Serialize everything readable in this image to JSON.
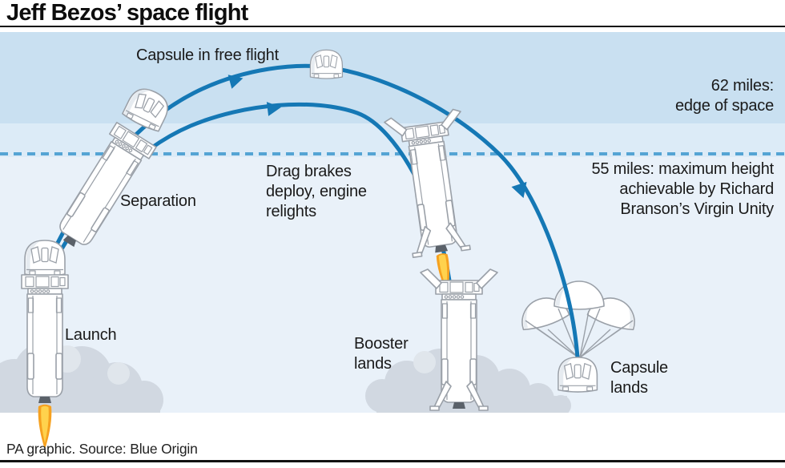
{
  "title": "Jeff Bezos’ space flight",
  "footer": "PA graphic. Source: Blue Origin",
  "labels": {
    "capsule_free_flight": "Capsule in free flight",
    "edge_of_space": "62 miles:\nedge of space",
    "virgin_unity": "55 miles: maximum height\nachievable by Richard\nBranson’s Virgin Unity",
    "separation": "Separation",
    "drag_brakes": "Drag brakes\ndeploy, engine\nrelights",
    "launch": "Launch",
    "booster_lands": "Booster\nlands",
    "capsule_lands": "Capsule\nlands"
  },
  "altitudes": {
    "edge_of_space_miles": 62,
    "virgin_unity_max_miles": 55
  },
  "illustrations": {
    "launch_vehicle": "rocket-with-capsule-and-flame",
    "separation_stack": "tilted-booster-with-separating-capsule",
    "free_capsule": "capsule-at-apogee",
    "descending_booster": "booster-drag-brakes-engine-relit",
    "landing_booster": "booster-on-landing-legs",
    "capsule_parachutes": "capsule-under-three-parachutes"
  },
  "colors": {
    "trajectory-blue": "#1578b5",
    "dashed-blue": "#55a4d4",
    "sky-top": "#c9e0f1",
    "sky-mid": "#dcebf7",
    "sky-low": "#e9f1f9",
    "outline-gray": "#9aa0a8",
    "smoke-gray": "#d1d8e1",
    "smoke-light": "#e0e6ec",
    "flame-orange": "#f6a120",
    "flame-yellow": "#ffd24d",
    "nozzle-gray": "#5a6169",
    "text-dark": "#1a1a1a"
  }
}
